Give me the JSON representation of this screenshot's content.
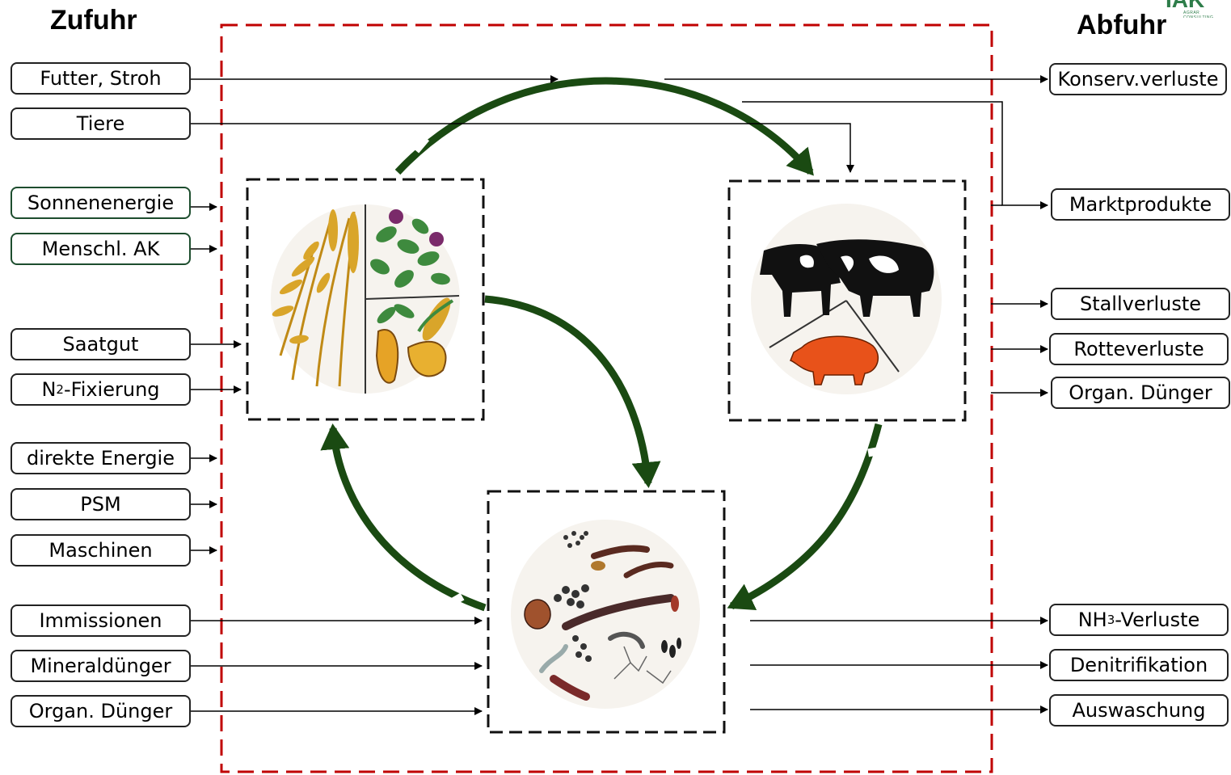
{
  "headers": {
    "input": "Zufuhr",
    "output": "Abfuhr"
  },
  "logo": {
    "text": "IAK",
    "subtext": "AGRAR CONSULTING"
  },
  "inputs": [
    {
      "label": "Futter, Stroh"
    },
    {
      "label": "Tiere"
    },
    {
      "label": "Sonnenenergie"
    },
    {
      "label": "Menschl. AK"
    },
    {
      "label": "Saatgut"
    },
    {
      "label_main": "N",
      "label_sub": "2",
      "label_rest": "-Fixierung"
    },
    {
      "label": "direkte Energie"
    },
    {
      "label": "PSM"
    },
    {
      "label": "Maschinen"
    },
    {
      "label": "Immissionen"
    },
    {
      "label": "Mineraldünger"
    },
    {
      "label": "Organ. Dünger"
    }
  ],
  "outputs": [
    {
      "label": "Konserv.verluste"
    },
    {
      "label": "Marktprodukte"
    },
    {
      "label": "Stallverluste"
    },
    {
      "label": "Rotteverluste"
    },
    {
      "label": "Organ. Dünger"
    },
    {
      "label_main": "NH",
      "label_sub": "3",
      "label_rest": "-Verluste"
    },
    {
      "label": "Denitrifikation"
    },
    {
      "label": "Auswaschung"
    }
  ],
  "nodes": [
    "plants",
    "animals",
    "soil"
  ],
  "colors": {
    "boundary": "#c00000",
    "cycle_arrow": "#1a4a12",
    "box_border": "#222222"
  }
}
